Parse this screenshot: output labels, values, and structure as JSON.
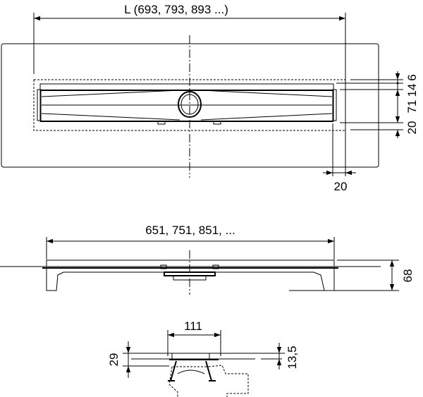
{
  "top_view": {
    "length_label": "L (693, 793, 893 ...)",
    "dim_6": "6",
    "dim_14": "14",
    "dim_71": "71",
    "dim_20_vertical": "20",
    "dim_20_horizontal": "20"
  },
  "side_view": {
    "length_label": "651, 751, 851, ...",
    "height_label": "68"
  },
  "section_view": {
    "width_label": "111",
    "height_label": "29",
    "grate_label": "13,5"
  }
}
